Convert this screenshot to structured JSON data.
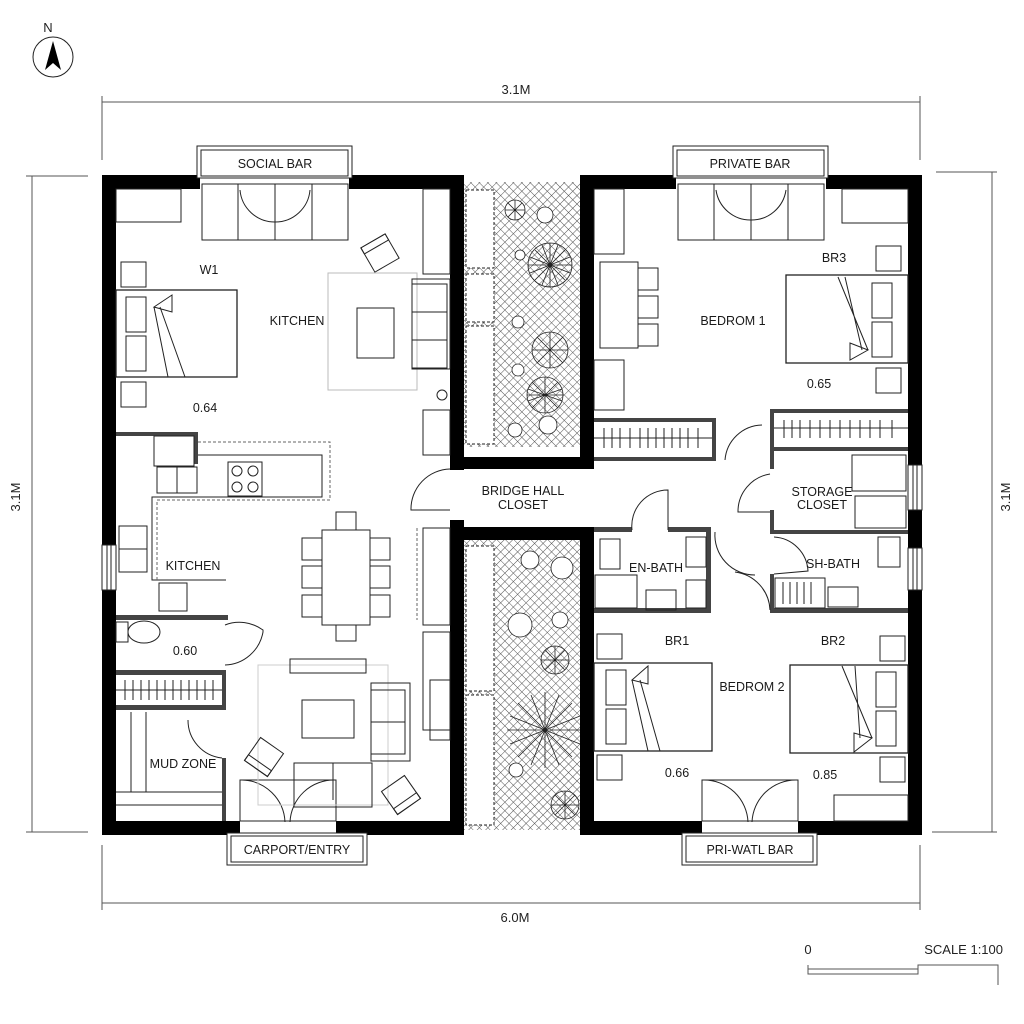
{
  "compass": {
    "label": "N"
  },
  "dimensions": {
    "top": "3.1M",
    "bottom": "6.0M",
    "left": "3.1M",
    "right": "3.1M"
  },
  "scale": {
    "zero": "0",
    "label": "SCALE 1:100"
  },
  "bars": {
    "social_bar": "SOCIAL BAR",
    "private_bar": "PRIVATE BAR",
    "carport_entry": "CARPORT/ENTRY",
    "private_bar_bottom": "PRI-WATL BAR"
  },
  "rooms": {
    "w1": "W1",
    "kitchen_top": "KITCHEN",
    "area_064": "0.64",
    "kitchen": "KITCHEN",
    "area_060": "0.60",
    "mud_zone": "MUD ZONE",
    "bridge_hall_line1": "BRIDGE HALL",
    "bridge_hall_line2": "CLOSET",
    "br3": "BR3",
    "bedroom1": "BEDROM 1",
    "area_065": "0.65",
    "storage_line1": "STORAGE",
    "storage_line2": "CLOSET",
    "en_bath": "EN-BATH",
    "sh_bath": "SH-BATH",
    "br1": "BR1",
    "br2": "BR2",
    "bedroom2": "BEDROM 2",
    "area_066": "0.66",
    "area_085": "0.85"
  },
  "icons": [
    "north-arrow-icon",
    "bed-icon",
    "sofa-icon",
    "armchair-icon",
    "dining-table-icon",
    "stove-icon",
    "sink-icon",
    "toilet-icon",
    "plant-icon",
    "door-swing-icon",
    "window-icon",
    "wardrobe-icon"
  ],
  "colors": {
    "wall": "#000000",
    "line": "#222222",
    "background": "#ffffff",
    "hatch": "#555555"
  }
}
